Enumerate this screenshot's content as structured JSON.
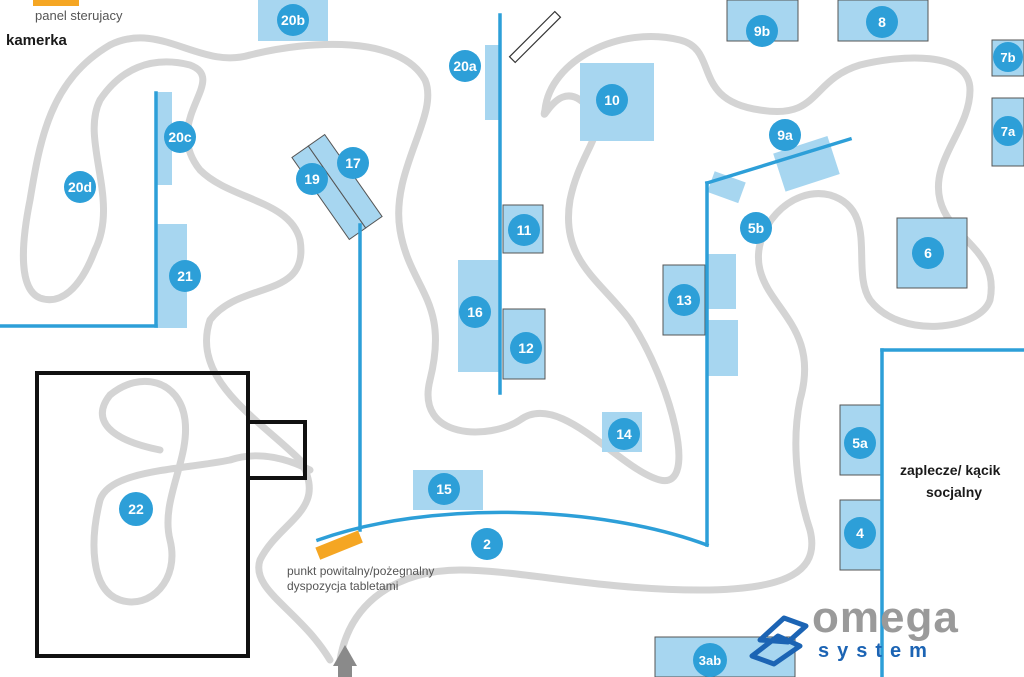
{
  "labels": {
    "panel": "panel sterujacy",
    "camera": "kamerka",
    "welcome_line1": "punkt powitalny/pożegnalny",
    "welcome_line2": "dyspozycja tabletami",
    "backroom_line1": "zaplecze/ kącik",
    "backroom_line2": "socjalny"
  },
  "stations": [
    "20b",
    "9b",
    "8",
    "7b",
    "7a",
    "20a",
    "10",
    "9a",
    "20c",
    "20d",
    "19",
    "17",
    "5b",
    "11",
    "6",
    "21",
    "16",
    "13",
    "12",
    "5a",
    "14",
    "15",
    "22",
    "4",
    "2",
    "3ab"
  ],
  "logo": {
    "word1": "omega",
    "word2": "system"
  },
  "colors": {
    "path": "#d4d4d4",
    "wall": "#2d9fd8",
    "booth": "#a7d6f0",
    "badge": "#2d9fd8",
    "accent": "#f5a623",
    "logo_blue": "#1c64b4",
    "logo_gray": "#9a9a9a"
  }
}
